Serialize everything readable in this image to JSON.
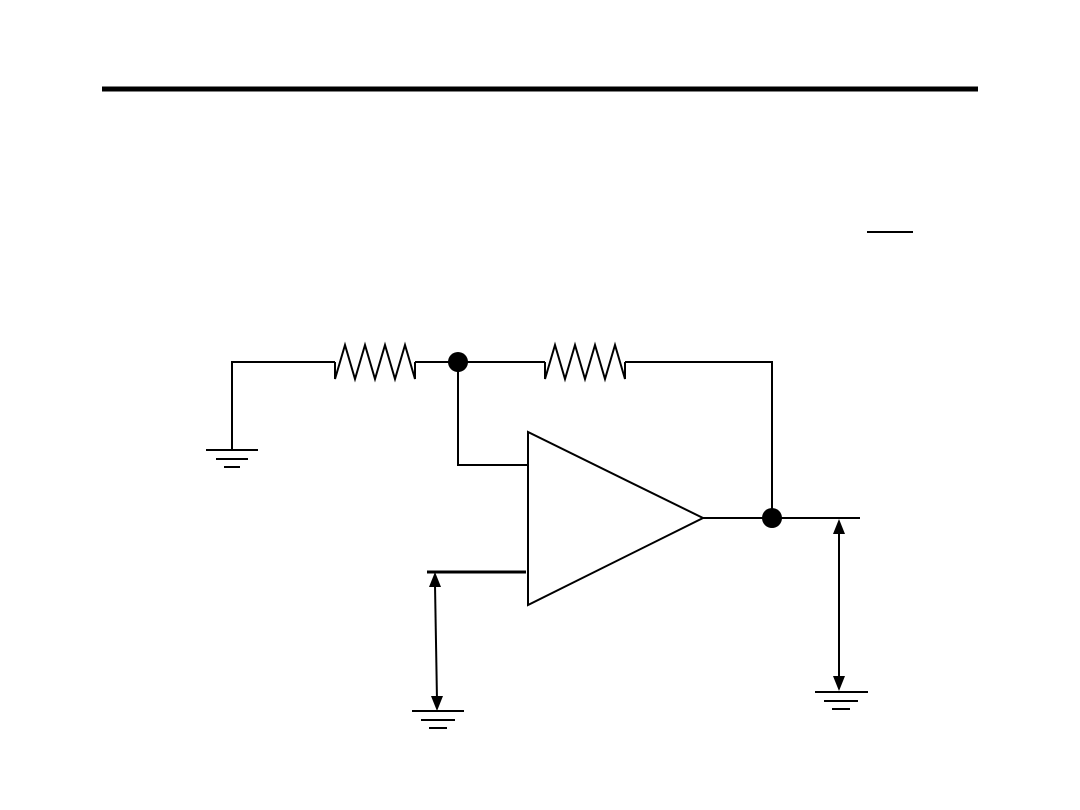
{
  "slide": {
    "title": "",
    "body_text": ""
  },
  "diagram": {
    "type": "non-inverting op-amp circuit schematic",
    "line_color": "#000000",
    "background_color": "#ffffff",
    "components": [
      "resistor",
      "resistor",
      "op-amp",
      "ground",
      "ground",
      "ground",
      "junction-dot",
      "junction-dot"
    ]
  }
}
